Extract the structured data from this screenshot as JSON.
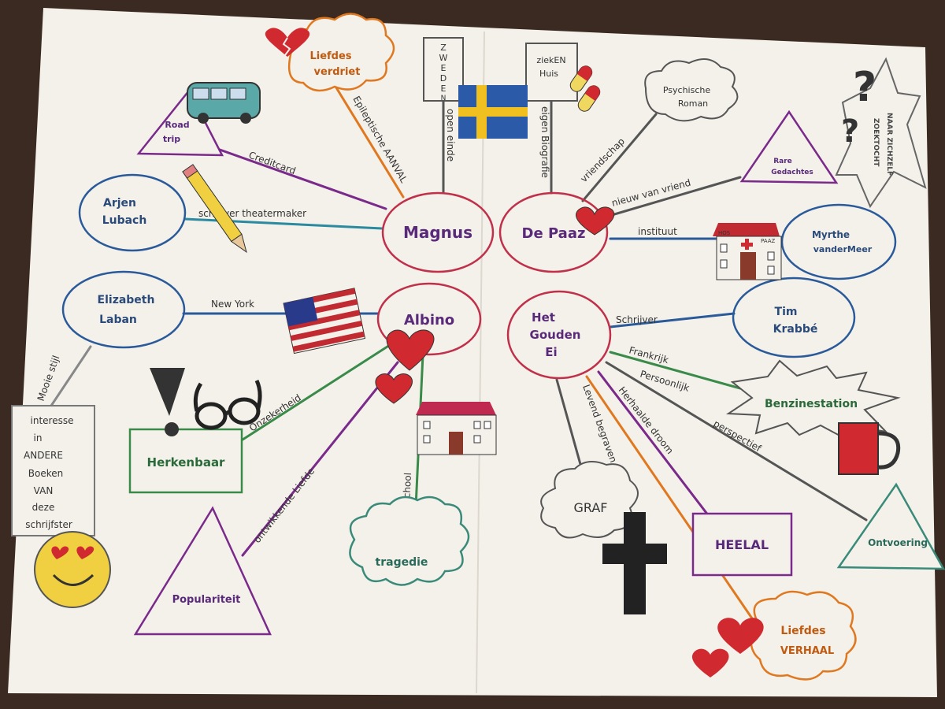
{
  "colors": {
    "paper": "#f4f1ea",
    "table": "#3a2a22",
    "purple": "#7a2a8a",
    "blue": "#2a5a9a",
    "red": "#c0304a",
    "green": "#3a8a4a",
    "orange": "#e07820",
    "grey": "#555555",
    "heart": "#d02a30"
  },
  "nodes": {
    "magnus": "Magnus",
    "depaaz": "De Paaz",
    "albino": "Albino",
    "gouden_ei": [
      "Het",
      "Gouden",
      "Ei"
    ],
    "arjen": [
      "Arjen",
      "Lubach"
    ],
    "elizabeth": [
      "Elizabeth",
      "Laban"
    ],
    "liefdes_verdriet": [
      "Liefdes",
      "verdriet"
    ],
    "zweden": [
      "Z",
      "W",
      "E",
      "D",
      "E",
      "N"
    ],
    "ziekenhuis": [
      "ziekEN",
      "Huis"
    ],
    "psychische_roman": [
      "Psychische",
      "Roman"
    ],
    "rare_gedachtes": [
      "Rare",
      "Gedachtes"
    ],
    "road_trip": [
      "Road",
      "trip"
    ],
    "zoektocht": [
      "ZOEKTOCHT",
      "NAAR ZICHZELF"
    ],
    "myrthe": [
      "Myrthe",
      "vanderMeer"
    ],
    "tim": [
      "Tim",
      "Krabbé"
    ],
    "hos": "HOS",
    "hos2": "PAAZ",
    "benzinestation": "Benzinestation",
    "herkenbaar": "Herkenbaar",
    "interesse": [
      "interesse",
      "in",
      "ANDERE",
      "Boeken",
      "VAN",
      "deze",
      "schrijfster"
    ],
    "populariteit": "Populariteit",
    "tragedie": "tragedie",
    "graf": "GRAF",
    "heelal": "HEELAL",
    "liefdes_verhaal": [
      "Liefdes",
      "VERHAAL"
    ],
    "ontvoering": "Ontvoering"
  },
  "edges": {
    "creditcard": "Creditcard",
    "schrijver_theatermaker": "schrijver theatermaker",
    "epileptische_aanval": "Epileptische AANVAL",
    "open_einde": "open einde",
    "eigen_biografie": "eigen Biografie",
    "vriendschap": "vriendschap",
    "nieuw_van_vriend": "nieuw van vriend",
    "instituut": "instituut",
    "new_york": "New York",
    "mooie_stijl": "Mooie stijl",
    "onzekerheid": "Onzekerheid",
    "ontwikkende_liefde": "ontwikkende Liefde",
    "school": "School",
    "schrijver": "Schrijver",
    "frankrijk": "Frankrijk",
    "persoonlijk": "Persoonlijk",
    "perspectief": "perspectief",
    "levend_begraven": "Levend begraven",
    "herhaalde_droom": "Herhaalde droom"
  },
  "icons": [
    "heart-icon",
    "van-icon",
    "swedish-flag-icon",
    "pills-icon",
    "question-mark-icon",
    "pencil-icon",
    "usa-flag-icon",
    "glasses-icon",
    "exclamation-icon",
    "smiley-icon",
    "hospital-icon",
    "school-icon",
    "cross-icon",
    "mug-icon"
  ]
}
